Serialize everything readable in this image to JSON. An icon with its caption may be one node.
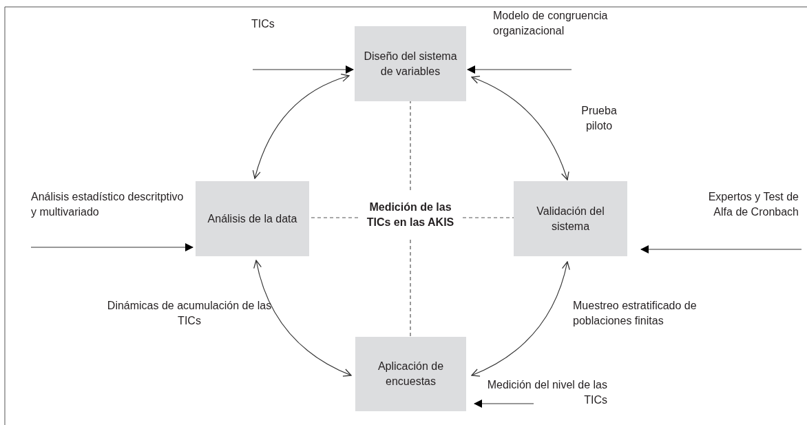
{
  "diagram": {
    "nodes": [
      {
        "text": [
          "Diseño del sistema de variables"
        ]
      },
      {
        "text": [
          "Análisis de la data"
        ]
      },
      {
        "text": [
          "Medición de las TICs en las AKIS"
        ]
      },
      {
        "text": [
          "Validación del sistema"
        ]
      },
      {
        "text": [
          "Aplicación de encuestas"
        ]
      }
    ],
    "edges": [
      {
        "from": null,
        "to": 0,
        "arrow": "to",
        "label": "TICs"
      },
      {
        "from": null,
        "to": 0,
        "arrow": "to",
        "label": "Modelo de congruencia organizacional"
      },
      {
        "from": 0,
        "to": 1,
        "arrow": "both"
      },
      {
        "from": 0,
        "to": 3,
        "arrow": "both",
        "label": "Prueba piloto"
      },
      {
        "from": null,
        "to": 1,
        "arrow": "to",
        "label": "Análisis estadístico descritptivo y multivariado"
      },
      {
        "from": null,
        "to": 3,
        "arrow": "to",
        "label": "Expertos y Test de Alfa de Cronbach"
      },
      {
        "from": 1,
        "to": 4,
        "arrow": "both",
        "label": "Dinámicas de acumulación de las TICs"
      },
      {
        "from": 3,
        "to": 4,
        "arrow": "both",
        "label": "Muestreo estratificado de poblaciones finitas"
      },
      {
        "from": null,
        "to": 4,
        "arrow": "to",
        "label": "Medición del nivel de las TICs"
      },
      {
        "from": 2,
        "to": 0,
        "arrow": "none",
        "style": "dashed"
      },
      {
        "from": 2,
        "to": 1,
        "arrow": "none",
        "style": "dashed"
      },
      {
        "from": 2,
        "to": 3,
        "arrow": "none",
        "style": "dashed"
      },
      {
        "from": 2,
        "to": 4,
        "arrow": "none",
        "style": "dashed"
      }
    ]
  }
}
